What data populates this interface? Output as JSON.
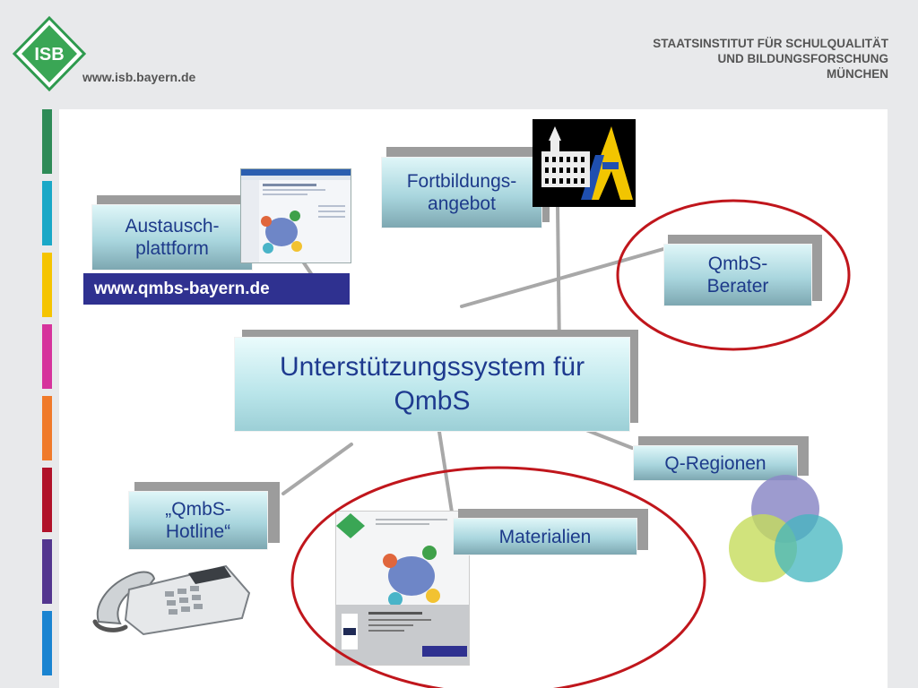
{
  "header": {
    "logo_text": "ISB",
    "url": "www.isb.bayern.de",
    "institute_lines": [
      "STAATSINSTITUT FÜR SCHULQUALITÄT",
      "UND BILDUNGSFORSCHUNG",
      "MÜNCHEN"
    ]
  },
  "colors": {
    "stripe": [
      "#2e8b57",
      "#1aa8c7",
      "#f5c400",
      "#d6339c",
      "#f07a2a",
      "#b1122a",
      "#53368f",
      "#1a84d1"
    ],
    "box_text": "#1d3a8a",
    "ellipse": "#c0161c",
    "url_bar": "#2f3190",
    "venn": [
      "#8c89c7",
      "#c6dc5b",
      "#43b6bf"
    ]
  },
  "diagram": {
    "center": {
      "lines": [
        "Unterstützungssystem für",
        "QmbS"
      ]
    },
    "austausch": {
      "lines": [
        "Austausch-",
        "plattform"
      ]
    },
    "fortbildung": {
      "lines": [
        "Fortbildungs-",
        "angebot"
      ]
    },
    "berater": {
      "lines": [
        "QmbS-",
        "Berater"
      ]
    },
    "regionen": {
      "label": "Q-Regionen"
    },
    "hotline": {
      "lines": [
        "„QmbS-",
        "Hotline“"
      ]
    },
    "materialien": {
      "label": "Materialien"
    },
    "platform_url": "www.qmbs-bayern.de"
  },
  "images": {
    "screenshot_icon": "website-screenshot",
    "emblem_icon": "academy-emblem",
    "phone_icon": "telephone-icon",
    "booklet_icon": "handbook-cover",
    "venn_icon": "venn-diagram"
  }
}
